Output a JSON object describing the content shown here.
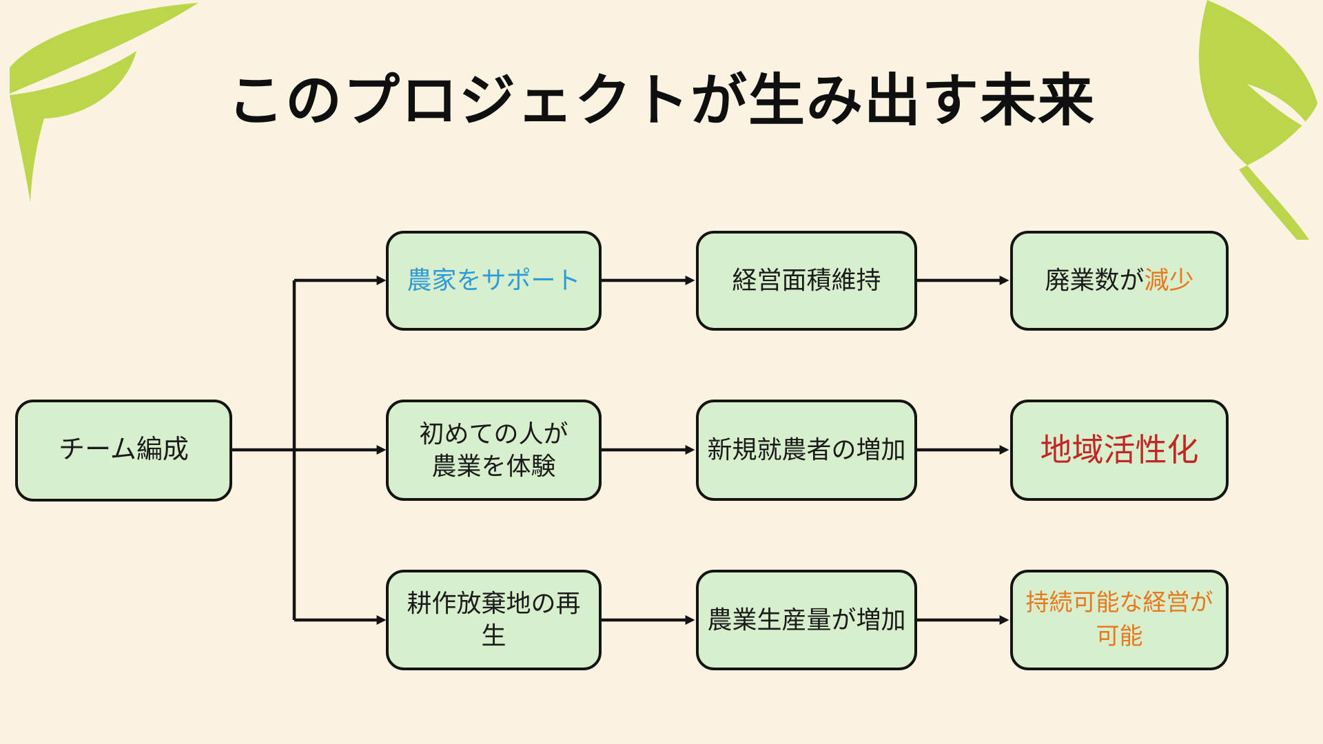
{
  "title": "このプロジェクトが生み出す未来",
  "colors": {
    "bg": "#FBF3E1",
    "box_fill": "#D7EFCC",
    "box_border": "#141414",
    "ink": "#1B1B1B",
    "leaf": "#BCD64B",
    "blue": "#2E9BD6",
    "orange": "#E8771E",
    "red": "#C22626"
  },
  "decorations": {
    "top_left": "leaf-icon",
    "top_right": "leaf-icon"
  },
  "flowchart": {
    "root_label": "チーム編成",
    "rows": [
      {
        "steps": [
          {
            "label": "農家をサポート",
            "color": "blue"
          },
          {
            "label": "経営面積維持"
          },
          {
            "label_prefix": "廃業数が",
            "label_accent": "減少",
            "accent_color": "orange"
          }
        ]
      },
      {
        "steps": [
          {
            "label_line1": "初めての人が",
            "label_line2": "農業を体験"
          },
          {
            "label": "新規就農者の増加"
          },
          {
            "label": "地域活性化",
            "color": "red"
          }
        ]
      },
      {
        "steps": [
          {
            "label": "耕作放棄地の再生"
          },
          {
            "label": "農業生産量が増加"
          },
          {
            "label": "持続可能な経営が可能",
            "color": "orange"
          }
        ]
      }
    ]
  }
}
